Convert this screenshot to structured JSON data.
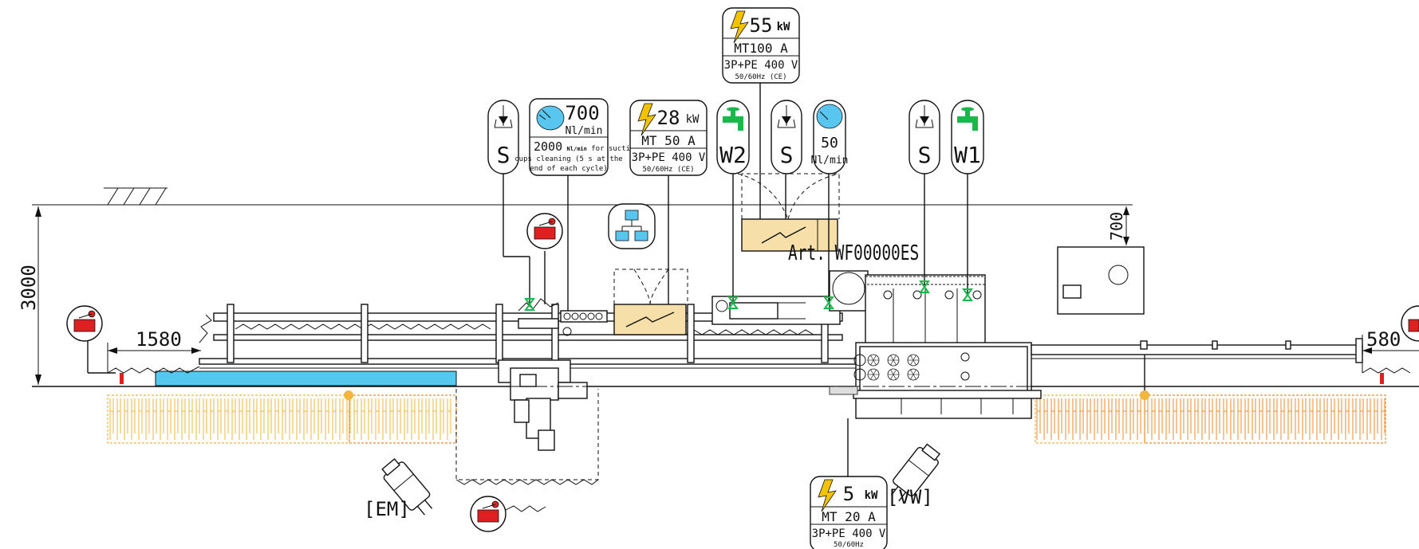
{
  "colors": {
    "line": "#111111",
    "electric": "#f3c300",
    "water": "#19b84a",
    "air": "#58c6ee",
    "network": "#58c6ee",
    "emergency": "#e02020",
    "panel": "#f6dfa8",
    "glass": "#55c8f0",
    "floor_left": "#f2b63a",
    "floor_right": "#f08a2a"
  },
  "icons": [
    "lightning-icon",
    "water-tap-icon",
    "cloud-icon",
    "network-icon",
    "emergency-stop-icon",
    "drain-icon",
    "power-plug-icon"
  ],
  "dimensions": {
    "height": "3000",
    "left_clearance": "1580",
    "right_clearance": "580",
    "cabinet_clearance": "700"
  },
  "article": "Art. WF00000ES",
  "labels": {
    "em": "[EM]",
    "vw": "[VW]"
  },
  "drains": [
    {
      "letter": "S"
    },
    {
      "letter": "S"
    },
    {
      "letter": "S"
    }
  ],
  "water": [
    {
      "label": "W2"
    },
    {
      "label": "W1"
    }
  ],
  "air_main": {
    "value": "700",
    "unit": "Nl/min",
    "note_value": "2000",
    "note_unit": "Nl/min",
    "note_l1": "for suction",
    "note_l2": "cups cleaning (5 s at the",
    "note_l3": "end of each cycle)"
  },
  "air_small": {
    "value": "50",
    "unit": "Nl/min"
  },
  "power": [
    {
      "kw": "55",
      "unit": "kW",
      "breaker": "MT100 A",
      "supply": "3P+PE 400 V",
      "freq": "50/60Hz (CE)"
    },
    {
      "kw": "28",
      "unit": "kW",
      "breaker": "MT 50 A",
      "supply": "3P+PE 400 V",
      "freq": "50/60Hz (CE)"
    },
    {
      "kw": "5",
      "unit": "kW",
      "breaker": "MT 20 A",
      "supply": "3P+PE 400 V",
      "freq": "50/60Hz"
    }
  ]
}
